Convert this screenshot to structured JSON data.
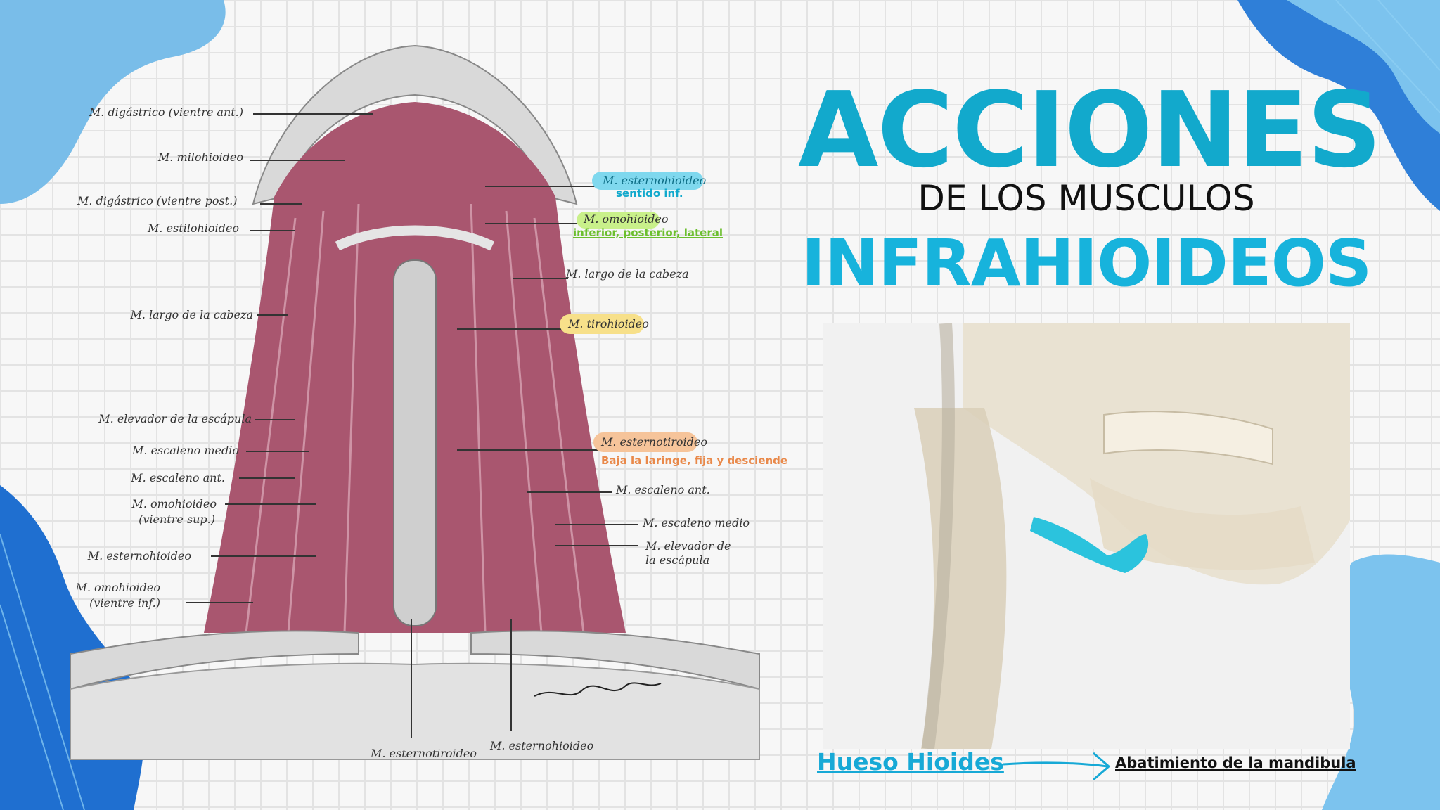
{
  "title": {
    "line1": "ACCIONES",
    "line2": "DE LOS MUSCULOS",
    "line3": "INFRAHIOIDEOS"
  },
  "labels_left": [
    "M. digástrico (vientre ant.)",
    "M. milohioideo",
    "M. digástrico (vientre post.)",
    "M. estilohioideo",
    "M. largo de la cabeza",
    "M. elevador de la escápula",
    "M. escaleno medio",
    "M. escaleno ant.",
    "M. omohioideo",
    "(vientre sup.)",
    "M. esternohioideo",
    "M. omohioideo",
    "(vientre inf.)"
  ],
  "labels_right": [
    "M. esternohioideo",
    "M. omohioideo",
    "M. largo de la cabeza",
    "M. tirohioideo",
    "M. esternotiroideo",
    "M. escaleno ant.",
    "M. escaleno medio",
    "M. elevador de",
    "la escápula"
  ],
  "labels_bottom": [
    "M. esternotiroideo",
    "M. esternohioideo"
  ],
  "notes": {
    "esternohioideo": "sentido inf.",
    "omohioideo": "inferior, posterior, lateral",
    "esternotiroideo": "Baja la laringe, fija y desciende"
  },
  "footer": {
    "left": "Hueso Hioides",
    "right": "Abatimiento de la mandibula"
  },
  "colors": {
    "title_accent": "#12a9cc",
    "muscle": "#a9566f",
    "highlight_blue": "#7fd8ee",
    "highlight_green": "#c9f08a",
    "highlight_yellow": "#f7e08a",
    "highlight_orange": "#f6c49a",
    "hyoid": "#2bc3dd"
  }
}
